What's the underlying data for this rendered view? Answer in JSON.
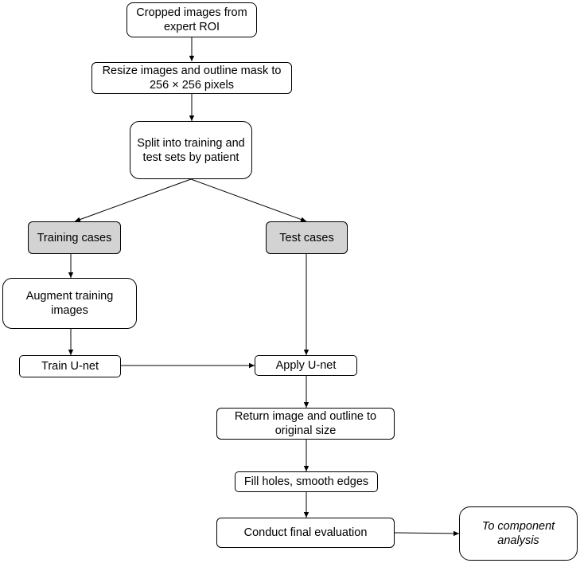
{
  "nodes": {
    "crop": "Cropped images from expert ROI",
    "resize": "Resize images and outline mask to 256 × 256 pixels",
    "split": "Split into training and test sets by patient",
    "training": "Training cases",
    "test": "Test cases",
    "augment": "Augment training images",
    "train": "Train U-net",
    "apply": "Apply U-net",
    "return": "Return image and outline to original size",
    "fill": "Fill holes, smooth edges",
    "final": "Conduct final evaluation",
    "component": "To component analysis"
  },
  "colors": {
    "group_fill": "#d3d3d3",
    "stroke": "#000000"
  }
}
